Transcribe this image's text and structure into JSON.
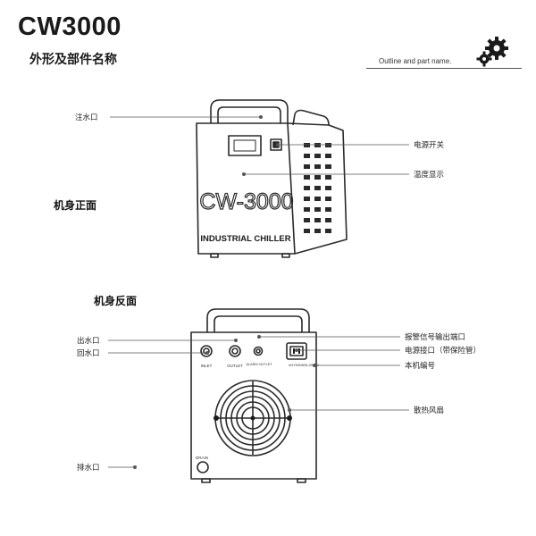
{
  "header": {
    "model": "CW3000",
    "subtitle": "外形及部件名称",
    "subtitle_en": "Outline and part name.",
    "icon": "gears-icon"
  },
  "front": {
    "section_title": "机身正面",
    "panel_model": "CW-3000",
    "panel_caption": "INDUSTRIAL CHILLER",
    "labels": {
      "water_inlet": "注水口",
      "power_switch": "电源开关",
      "temp_display": "温度显示"
    }
  },
  "back": {
    "section_title": "机身反面",
    "port_inlet": "INLET",
    "port_outlet": "OUTLET",
    "port_alarm": "ALARM OUTLET",
    "serial": "eHY090826-00130",
    "port_drain": "DRAIN",
    "labels": {
      "outlet": "出水口",
      "return": "回水口",
      "alarm_port": "报警信号输出端口",
      "power_socket": "电源接口（带保险管）",
      "serial_no": "本机编号",
      "fan": "散热风扇",
      "drain": "排水口"
    }
  },
  "colors": {
    "line": "#2a2a2a",
    "leader": "#555555",
    "accent": "#1a1a1a"
  }
}
